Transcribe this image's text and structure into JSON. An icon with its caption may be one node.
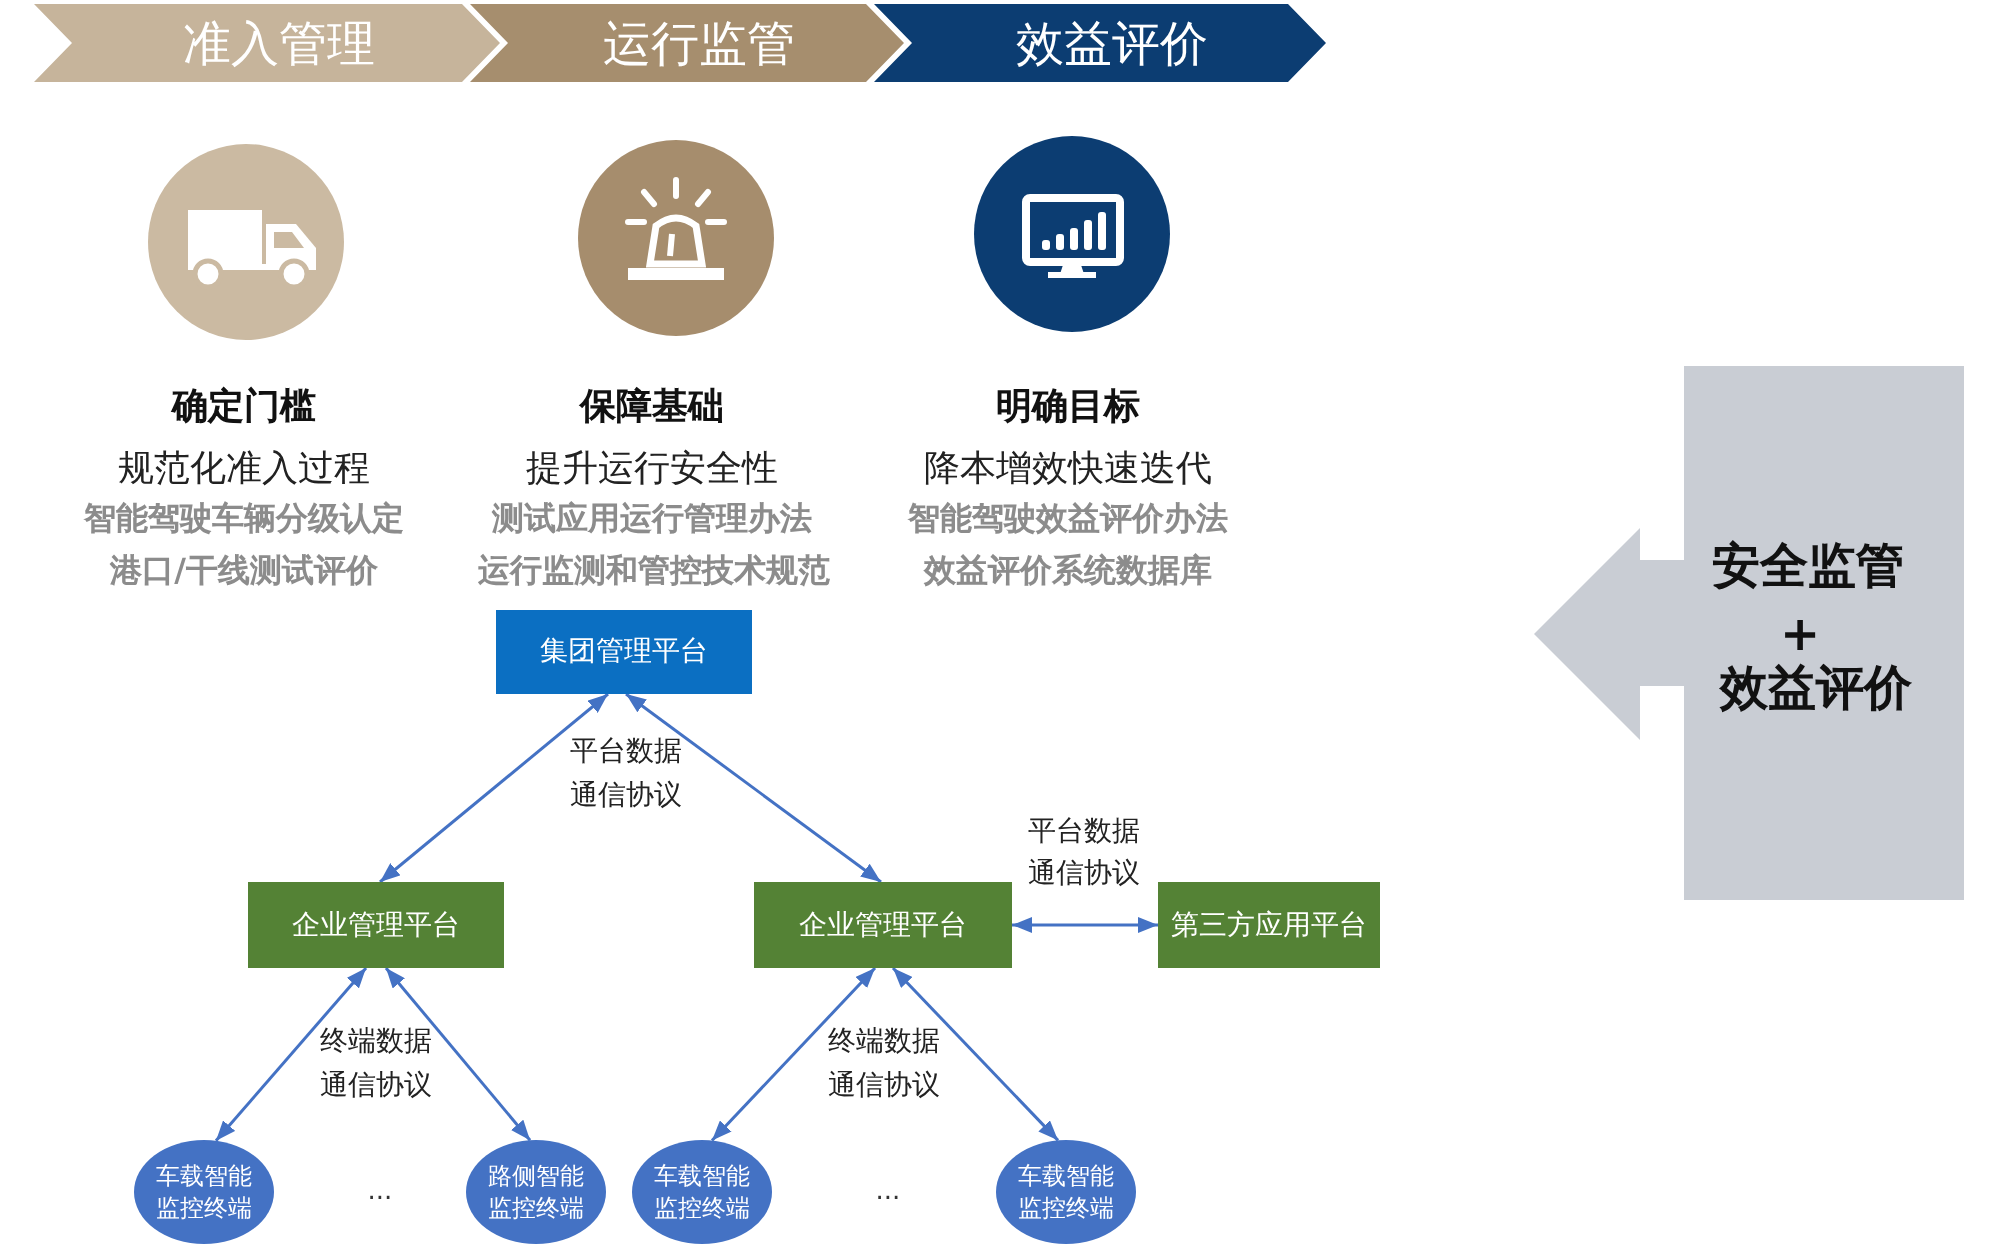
{
  "diagram": {
    "nodes": [
      {
        "text": [
          "准入管理"
        ]
      },
      {
        "text": [
          "运行监管"
        ]
      },
      {
        "text": [
          "效益评价"
        ]
      },
      {
        "text": [
          "集团管理平台"
        ]
      },
      {
        "text": [
          "企业管理平台"
        ]
      },
      {
        "text": [
          "企业管理平台"
        ]
      },
      {
        "text": [
          "第三方应用平台"
        ]
      },
      {
        "text": [
          "车载智能监控终端"
        ]
      },
      {
        "text": [
          "路侧智能监控终端"
        ]
      },
      {
        "text": [
          "车载智能监控终端"
        ]
      },
      {
        "text": [
          "车载智能监控终端"
        ]
      },
      {
        "text": [
          "安全监管",
          "+",
          "效益评价"
        ]
      }
    ],
    "edges": [
      {
        "from": 3,
        "to": 4,
        "arrow": "both"
      },
      {
        "from": 3,
        "to": 5,
        "arrow": "both"
      },
      {
        "from": 5,
        "to": 6,
        "arrow": "both",
        "label": "平台数据通信协议"
      },
      {
        "from": 4,
        "to": 7,
        "arrow": "both"
      },
      {
        "from": 4,
        "to": 8,
        "arrow": "both"
      },
      {
        "from": 5,
        "to": 9,
        "arrow": "both"
      },
      {
        "from": 5,
        "to": 10,
        "arrow": "both"
      }
    ],
    "labels": [
      "确定门槛",
      "规范化准入过程",
      "智能驾驶车辆分级认定",
      "港口/干线测试评价",
      "保障基础",
      "提升运行安全性",
      "测试应用运行管理办法",
      "运行监测和管控技术规范",
      "明确目标",
      "降本增效快速迭代",
      "智能驾驶效益评价办法",
      "效益评价系统数据库",
      "平台数据通信协议",
      "终端数据通信协议",
      "...",
      "终端数据通信协议",
      "..."
    ]
  }
}
